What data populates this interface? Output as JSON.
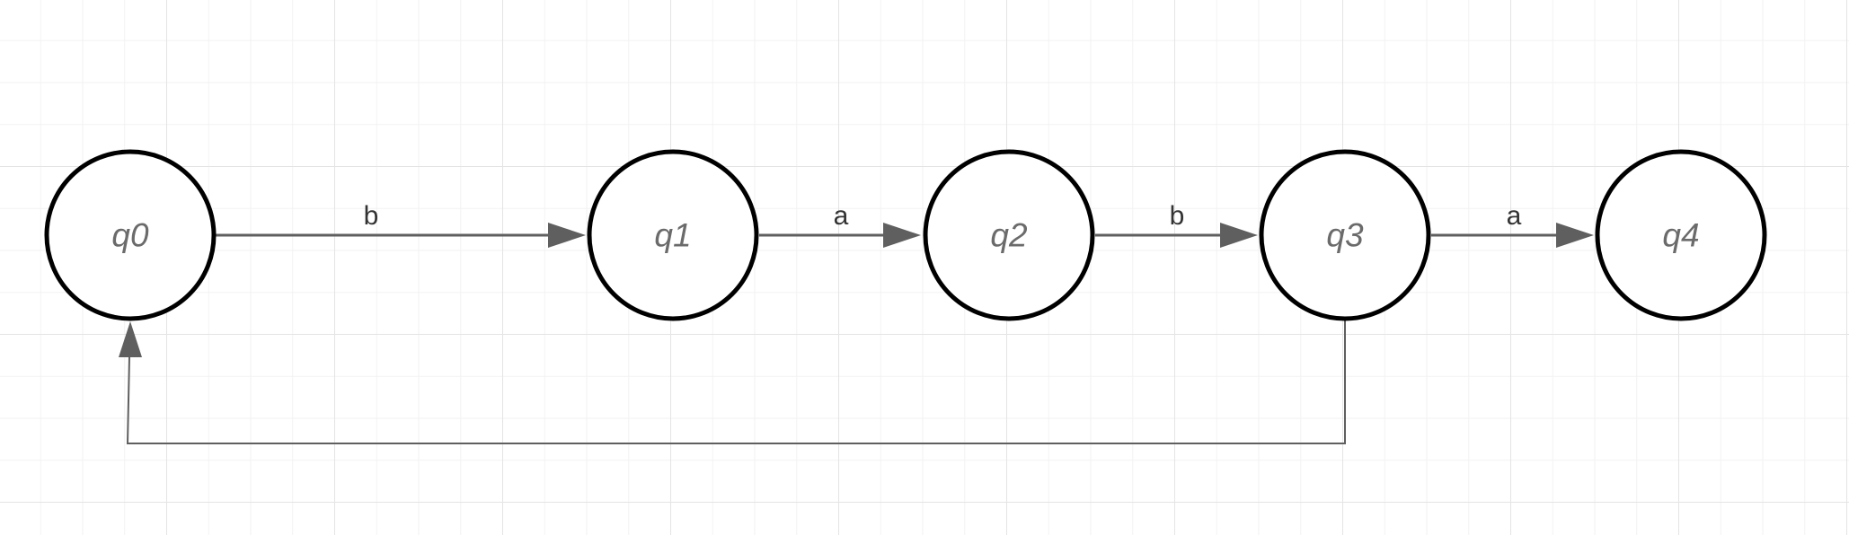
{
  "diagram": {
    "states": [
      {
        "id": "q0",
        "label": "q0"
      },
      {
        "id": "q1",
        "label": "q1"
      },
      {
        "id": "q2",
        "label": "q2"
      },
      {
        "id": "q3",
        "label": "q3"
      },
      {
        "id": "q4",
        "label": "q4"
      }
    ],
    "transitions": [
      {
        "from": "q0",
        "to": "q1",
        "label": "b"
      },
      {
        "from": "q1",
        "to": "q2",
        "label": "a"
      },
      {
        "from": "q2",
        "to": "q3",
        "label": "b"
      },
      {
        "from": "q3",
        "to": "q4",
        "label": "a"
      },
      {
        "from": "q3",
        "to": "q0",
        "label": ""
      }
    ],
    "colors": {
      "state_stroke": "#000000",
      "state_label": "#6b6b6b",
      "edge": "#5f5f5f",
      "edge_label": "#333333",
      "grid": "#e4e4e4"
    }
  }
}
